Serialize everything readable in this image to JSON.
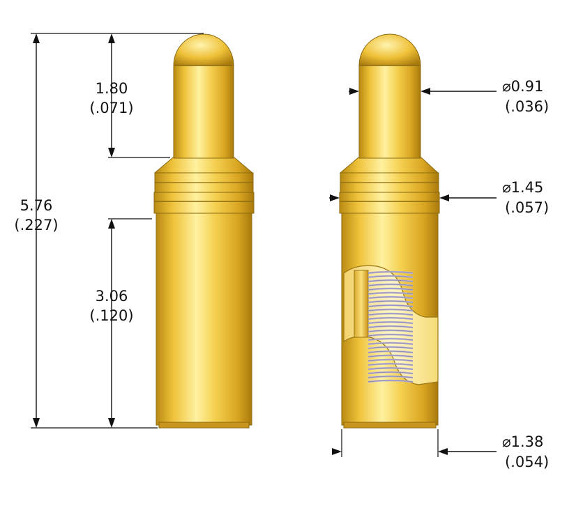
{
  "colors": {
    "gold_light": "#fff1a0",
    "gold_mid": "#efc23a",
    "gold_dark": "#b98a12",
    "gold_edge": "#8a6a10",
    "spring": "#b7b2d8",
    "cutaway": "#fff6c4"
  },
  "dimensions": {
    "overall_length": {
      "mm": "5.76",
      "inch": "(.227)"
    },
    "plunger_length": {
      "mm": "1.80",
      "inch": "(.071)"
    },
    "barrel_length": {
      "mm": "3.06",
      "inch": "(.120)"
    },
    "plunger_diameter": {
      "mm": "⌀0.91",
      "inch": "(.036)"
    },
    "collar_diameter": {
      "mm": "⌀1.45",
      "inch": "(.057)"
    },
    "barrel_diameter": {
      "mm": "⌀1.38",
      "inch": "(.054)"
    }
  }
}
